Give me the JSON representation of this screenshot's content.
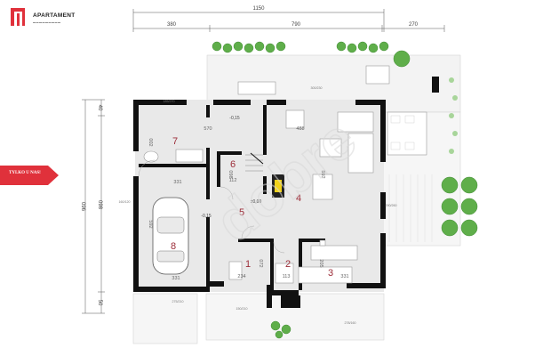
{
  "logo": {
    "title": "APARTAMENT"
  },
  "badge": {
    "text": "TYLKO U NAS!"
  },
  "dimensions": {
    "top_total": "1150",
    "top_segments": [
      "380",
      "790",
      "270"
    ],
    "left_total": "096",
    "left_segments": [
      "40",
      "098",
      "50"
    ]
  },
  "rooms": [
    {
      "number": "1",
      "area": "234",
      "width": "072"
    },
    {
      "number": "2",
      "area": "113"
    },
    {
      "number": "3",
      "area": "331",
      "width": "205"
    },
    {
      "number": "4",
      "width": "592"
    },
    {
      "number": "5"
    },
    {
      "number": "6",
      "area": "112",
      "width": "098"
    },
    {
      "number": "7",
      "area": "570",
      "width": "002"
    },
    {
      "number": "8",
      "area": "331",
      "width": "592"
    }
  ],
  "labels": {
    "living_area": "488",
    "garage_area": "331",
    "level_zero": "±0,00",
    "level_garage": "-0,15",
    "level_terrace": "-0,15"
  },
  "openings": [
    "300/230",
    "185/270",
    "160/120",
    "290/260",
    "150/210",
    "275/210",
    "278/160"
  ],
  "colors": {
    "wall": "#111111",
    "floor": "#e9e9e9",
    "accent": "#e0313b",
    "room_number": "#9c2c38",
    "greenery": "#5fae4a",
    "fireplace": "#f1d21b"
  }
}
